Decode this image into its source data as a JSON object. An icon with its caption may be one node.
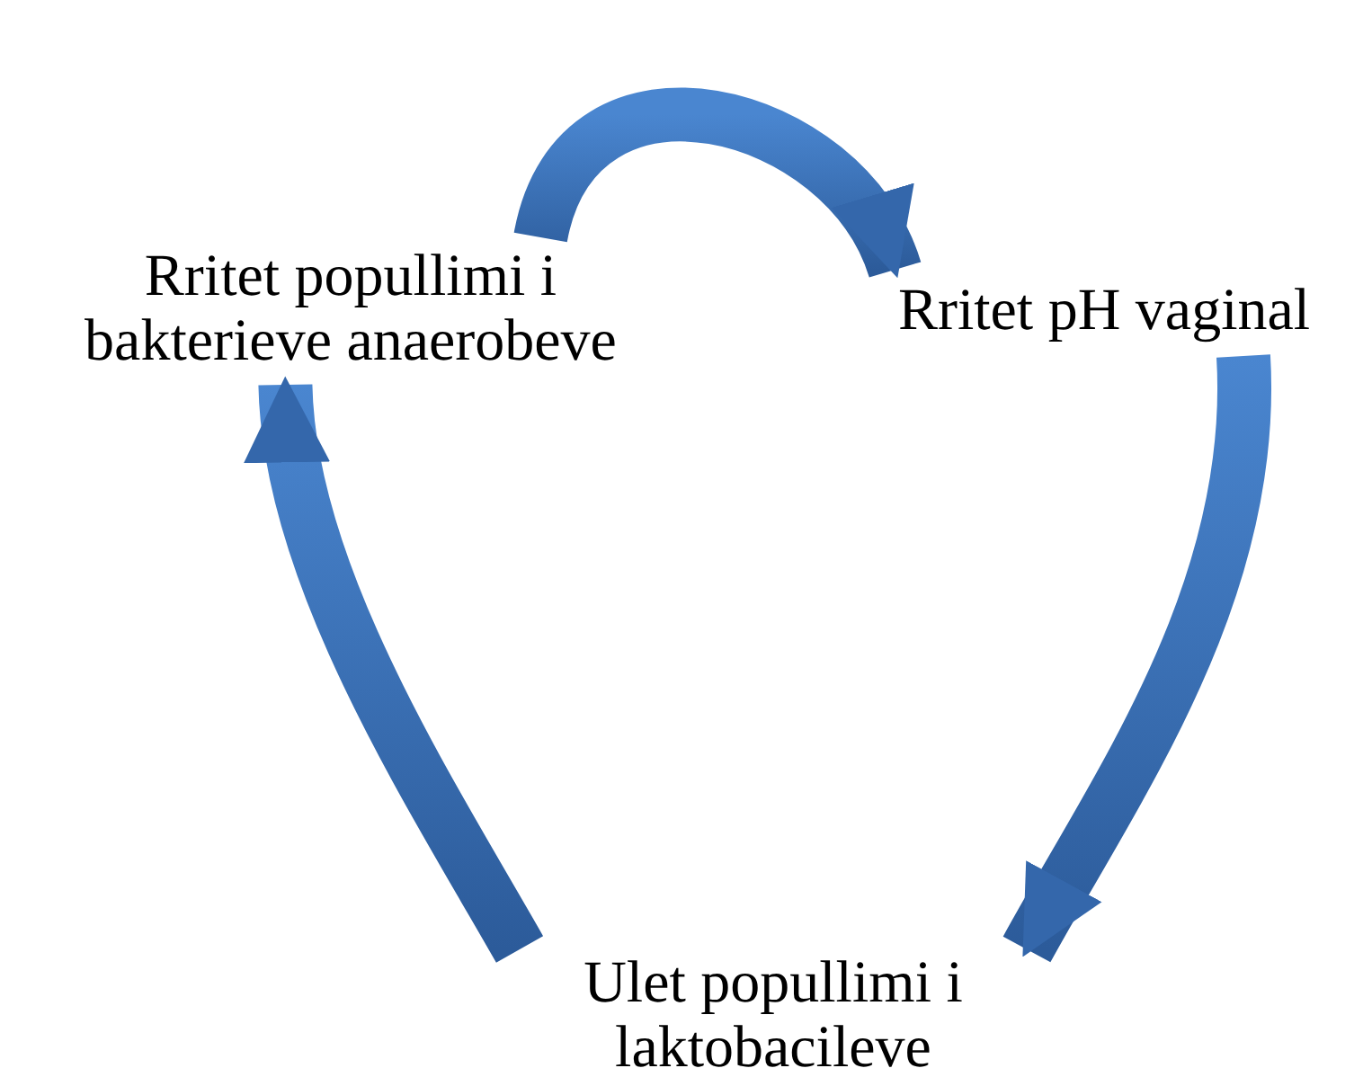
{
  "diagram": {
    "nodes": [
      {
        "text": [
          "Rritet popullimi i bakterieve anaerobeve"
        ]
      },
      {
        "text": [
          "Rritet pH vaginal"
        ]
      },
      {
        "text": [
          "Ulet popullimi i laktobacileve"
        ]
      }
    ],
    "edges": [
      {
        "from": 0,
        "to": 1,
        "arrow": "to"
      },
      {
        "from": 1,
        "to": 2,
        "arrow": "to"
      },
      {
        "from": 2,
        "to": 0,
        "arrow": "to"
      }
    ]
  }
}
